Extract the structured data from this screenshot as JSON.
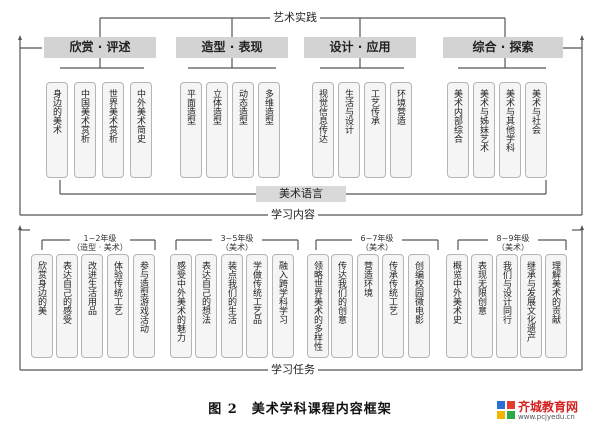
{
  "top": {
    "title": "艺术实践",
    "categories": [
      {
        "label": "欣赏 · 评述"
      },
      {
        "label": "造型 · 表现"
      },
      {
        "label": "设计 · 应用"
      },
      {
        "label": "综合 · 探索"
      }
    ],
    "items": [
      "身边的美术",
      "中国美术赏析",
      "世界美术赏析",
      "中外美术简史",
      "平面造型",
      "立体造型",
      "动态造型",
      "多维造型",
      "视觉信息传达",
      "生活与设计",
      "工艺传承",
      "环境营造",
      "美术内部综合",
      "美术与姊妹艺术",
      "美术与其他学科",
      "美术与社会"
    ],
    "language_label": "美术语言",
    "content_label": "学习内容"
  },
  "bottom": {
    "grades": [
      {
        "line1": "1~2年级",
        "line2": "（造型 · 美术）"
      },
      {
        "line1": "3~5年级",
        "line2": "（美术）"
      },
      {
        "line1": "6~7年级",
        "line2": "（美术）"
      },
      {
        "line1": "8~9年级",
        "line2": "（美术）"
      }
    ],
    "tasks": [
      "欣赏身边的美",
      "表达自己的感受",
      "改进生活用品",
      "体验传统工艺",
      "参与造型游戏活动",
      "感受中外美术的魅力",
      "表达自己的想法",
      "装点我们的生活",
      "学做传统工艺品",
      "融入跨学科学习",
      "领略世界美术的多样性",
      "传达我们的创意",
      "营造环境",
      "传承传统工艺",
      "创编校园微电影",
      "概览中外美术史",
      "表现无限创意",
      "我们与设计同行",
      "继承与发展文化遗产",
      "理解美术的贡献"
    ],
    "task_label": "学习任务"
  },
  "caption": "图 2　美术学科课程内容框架",
  "watermark": {
    "title": "齐城教育网",
    "url": "www.pcjyedu.cn"
  }
}
